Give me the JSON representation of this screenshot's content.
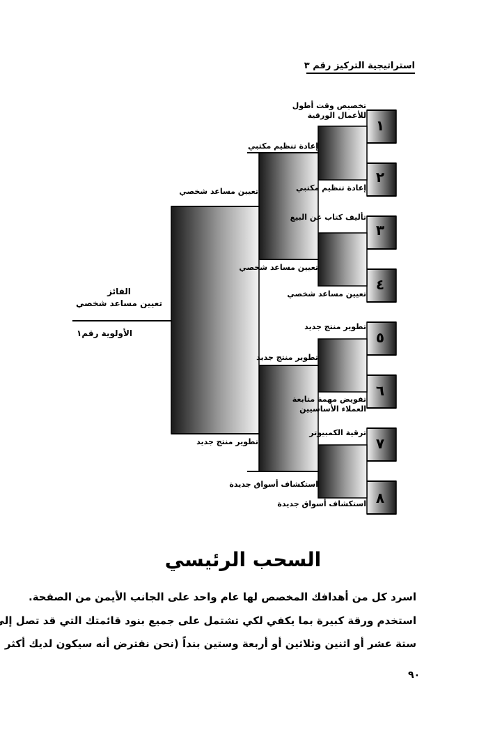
{
  "header": {
    "running_title": "استراتيجية التركيز رقم ٣"
  },
  "tree": {
    "winner": {
      "line1": "الفائز",
      "line2": "تعيين مساعد شخصي",
      "priority": "الأولوية رقم١"
    },
    "semi_top": "تعيين مساعد شخصي",
    "semi_bottom": "تطوير منتج جديد",
    "quarters": [
      "إعادة تنظيم مكتبي",
      "تعيين مساعد شخصي",
      "تطوير منتج جديد",
      "استكشاف أسواق جديدة"
    ],
    "entries": [
      {
        "number": "١",
        "label_line1": "تخصيص وقت أطول",
        "label_line2": "للأعمال الورقية"
      },
      {
        "number": "٢",
        "label_line1": "إعادة تنظيم مكتبي",
        "label_line2": ""
      },
      {
        "number": "٣",
        "label_line1": "تأليف كتاب عن البيع",
        "label_line2": ""
      },
      {
        "number": "٤",
        "label_line1": "تعيين مساعد شخصي",
        "label_line2": ""
      },
      {
        "number": "٥",
        "label_line1": "تطوير منتج جديد",
        "label_line2": ""
      },
      {
        "number": "٦",
        "label_line1": "تفويض مهمة متابعة",
        "label_line2": "العملاء الأساسيين"
      },
      {
        "number": "٧",
        "label_line1": "ترقية الكمبيوتر",
        "label_line2": ""
      },
      {
        "number": "٨",
        "label_line1": "استكشاف أسواق جديدة",
        "label_line2": ""
      }
    ]
  },
  "section": {
    "title": "السحب الرئيسي",
    "lines": [
      "اسرد كل من أهدافك المخصص لها عام واحد على الجانب الأيمن من الصفحة.",
      "استخدم ورقة كبيرة بما يكفي لكي تشتمل على جميع بنود قائمتك التي قد تصل إلى",
      "ستة عشر أو اثنين وثلاثين أو أربعة وستين بنداً (نحن نفترض أنه سيكون لديك أكثر"
    ]
  },
  "page_number": "٩٠"
}
